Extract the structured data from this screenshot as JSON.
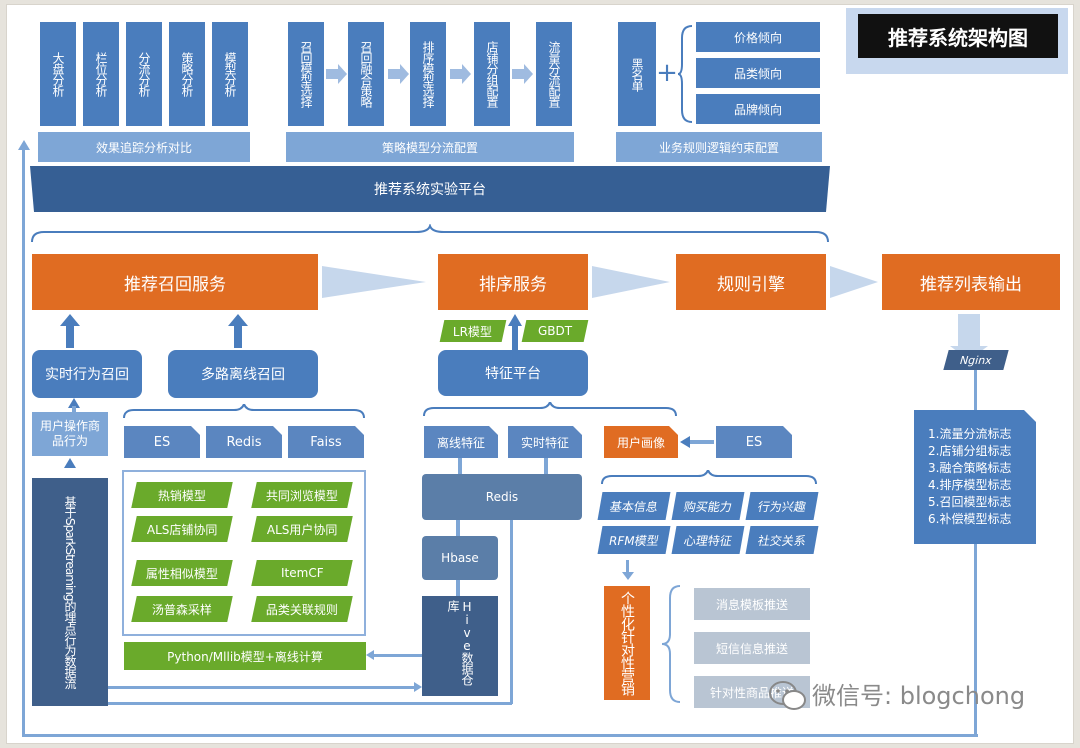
{
  "title": "推荐系统架构图",
  "top": {
    "group1": {
      "items": [
        "大盘分析",
        "栏位分析",
        "分流分析",
        "策略分析",
        "模型分析"
      ],
      "footer": "效果追踪分析对比"
    },
    "group2": {
      "items": [
        "召回模型选择",
        "召回融合策略",
        "排序模型选择",
        "店铺分组配置",
        "流量分流配置"
      ],
      "footer": "策略模型分流配置"
    },
    "group3": {
      "left": "黑名单",
      "right": [
        "价格倾向",
        "品类倾向",
        "品牌倾向"
      ],
      "footer": "业务规则逻辑约束配置"
    },
    "platform": "推荐系统实验平台"
  },
  "pipeline": [
    "推荐召回服务",
    "排序服务",
    "规则引擎",
    "推荐列表输出"
  ],
  "recall": {
    "realtime": "实时行为召回",
    "user_ops": "用户操作商品行为",
    "offline": "多路离线召回",
    "stores": [
      "ES",
      "Redis",
      "Faiss"
    ],
    "models": [
      "热销模型",
      "共同浏览模型",
      "ALS店铺协同",
      "ALS用户协同",
      "属性相似模型",
      "ItemCF",
      "汤普森采样",
      "品类关联规则"
    ],
    "compute": "Python/Mllib模型+离线计算",
    "stream": "基于SparkStreaming的埋点行为数据流"
  },
  "ranking": {
    "models": [
      "LR模型",
      "GBDT"
    ],
    "feature_platform": "特征平台",
    "offline_feat": "离线特征",
    "realtime_feat": "实时特征",
    "redis": "Redis",
    "hbase": "Hbase",
    "hive": "Hive数据仓库"
  },
  "profile": {
    "label": "用户画像",
    "es": "ES",
    "tags": [
      "基本信息",
      "购买能力",
      "行为兴趣",
      "RFM模型",
      "心理特征",
      "社交关系"
    ],
    "marketing": "个性化针对性营销",
    "push": [
      "消息模板推送",
      "短信信息推送",
      "针对性商品推送"
    ]
  },
  "output": {
    "nginx": "Nginx",
    "flags": [
      "1.流量分流标志",
      "2.店铺分组标志",
      "3.融合策略标志",
      "4.排序模型标志",
      "5.召回模型标志",
      "6.补偿模型标志"
    ]
  },
  "watermark": "微信号: blogchong"
}
